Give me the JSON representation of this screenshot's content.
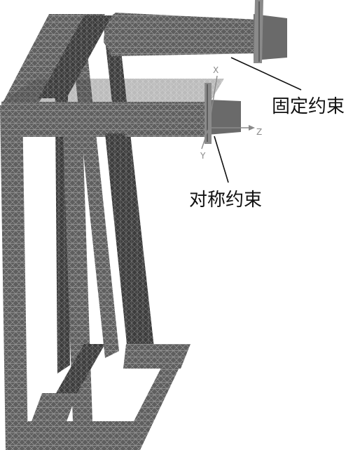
{
  "annotations": {
    "fixed_constraint": "固定约束",
    "symmetry_constraint": "对称约束"
  },
  "axes": {
    "x": "X",
    "y": "Y",
    "z": "Z"
  },
  "colors": {
    "mesh_face": "#5e5e5e",
    "mesh_face_dark": "#3c3c3c",
    "mesh_line": "#9a9a9a",
    "constraint_marker": "#6a6a6a",
    "label": "#111111",
    "axis": "#8a8a8a"
  }
}
